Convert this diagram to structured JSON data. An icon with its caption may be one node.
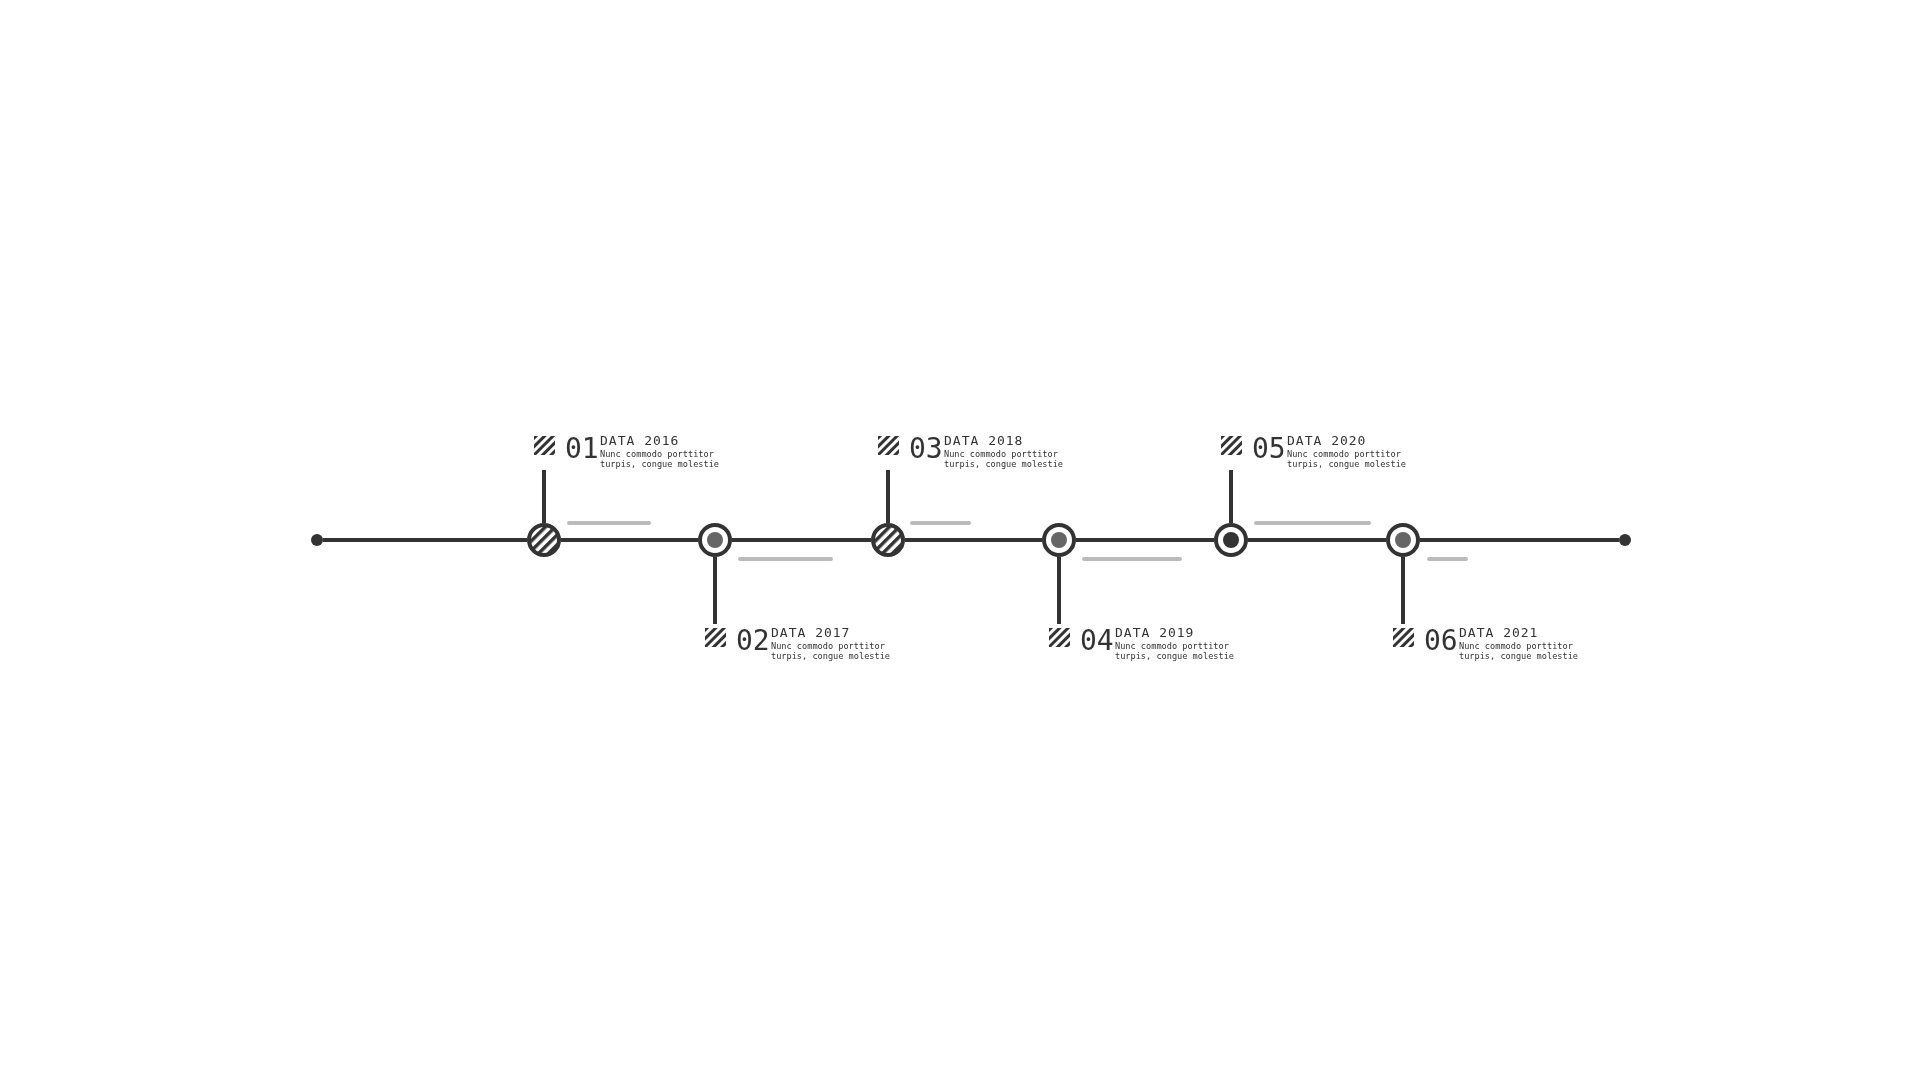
{
  "diagram": {
    "nodes": [
      {
        "text": [],
        "shape": "circle"
      },
      {
        "text": [],
        "shape": "circle"
      },
      {
        "text": [],
        "shape": "circle"
      },
      {
        "text": [],
        "shape": "circle"
      },
      {
        "text": [],
        "shape": "circle"
      },
      {
        "text": [],
        "shape": "circle"
      },
      {
        "text": [],
        "shape": "circle"
      },
      {
        "text": [],
        "shape": "circle"
      },
      {
        "text": [
          "01",
          "DATA 2016",
          "Nunc commodo porttitor turpis, congue molestie"
        ]
      },
      {
        "text": [
          "02",
          "DATA 2017",
          "Nunc commodo porttitor turpis, congue molestie"
        ]
      },
      {
        "text": [
          "03",
          "DATA 2018",
          "Nunc commodo porttitor turpis, congue molestie"
        ]
      },
      {
        "text": [
          "04",
          "DATA 2019",
          "Nunc commodo porttitor turpis, congue molestie"
        ]
      },
      {
        "text": [
          "05",
          "DATA 2020",
          "Nunc commodo porttitor turpis, congue molestie"
        ]
      },
      {
        "text": [
          "06",
          "DATA 2021",
          "Nunc commodo porttitor turpis, congue molestie"
        ]
      }
    ],
    "edges": [
      {
        "from": 0,
        "to": 1,
        "arrow": "none"
      },
      {
        "from": 1,
        "to": 2,
        "arrow": "none"
      },
      {
        "from": 2,
        "to": 3,
        "arrow": "none"
      },
      {
        "from": 3,
        "to": 4,
        "arrow": "none"
      },
      {
        "from": 4,
        "to": 5,
        "arrow": "none"
      },
      {
        "from": 5,
        "to": 6,
        "arrow": "none"
      },
      {
        "from": 6,
        "to": 7,
        "arrow": "none"
      },
      {
        "from": 1,
        "to": 8,
        "arrow": "none"
      },
      {
        "from": 2,
        "to": 9,
        "arrow": "none"
      },
      {
        "from": 3,
        "to": 10,
        "arrow": "none"
      },
      {
        "from": 4,
        "to": 11,
        "arrow": "none"
      },
      {
        "from": 5,
        "to": 12,
        "arrow": "none"
      },
      {
        "from": 6,
        "to": 13,
        "arrow": "none"
      }
    ]
  }
}
